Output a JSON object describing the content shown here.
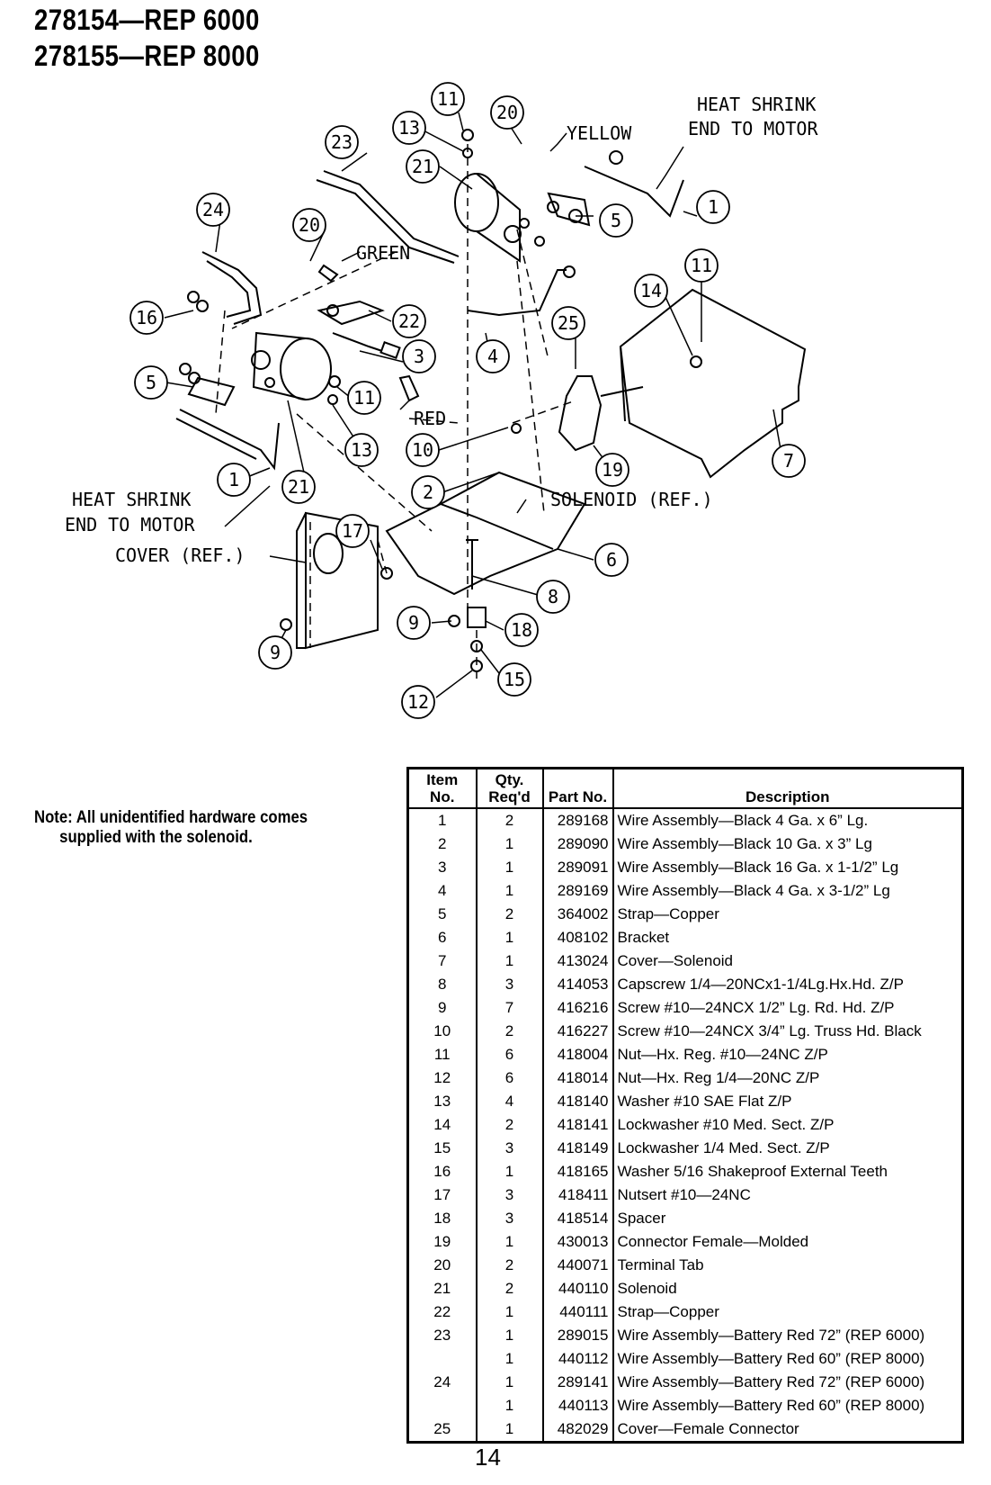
{
  "header": {
    "line1": "278154—REP 6000",
    "line2": "278155—REP 8000"
  },
  "diagram": {
    "callouts": [
      "11",
      "20",
      "13",
      "23",
      "21",
      "24",
      "20",
      "5",
      "1",
      "22",
      "16",
      "3",
      "4",
      "25",
      "14",
      "11",
      "5",
      "11",
      "13",
      "10",
      "19",
      "7",
      "1",
      "21",
      "2",
      "17",
      "6",
      "8",
      "9",
      "18",
      "9",
      "15",
      "12"
    ],
    "labels": {
      "yellow": "YELLOW",
      "heat_shrink_top": "HEAT SHRINK",
      "end_to_motor_top": "END TO MOTOR",
      "green": "GREEN",
      "red": "RED",
      "heat_shrink_left": "HEAT SHRINK",
      "end_to_motor_left": "END TO MOTOR",
      "solenoid_ref": "SOLENOID (REF.)",
      "cover_ref": "COVER (REF.)"
    }
  },
  "note": {
    "line1": "Note: All unidentified hardware comes",
    "line2": "supplied with the solenoid."
  },
  "table": {
    "headers": {
      "item_top": "Item",
      "item_bottom": "No.",
      "qty_top": "Qty.",
      "qty_bottom": "Req'd",
      "part": "Part No.",
      "desc": "Description"
    },
    "rows": [
      {
        "item": "1",
        "qty": "2",
        "part": "289168",
        "desc": "Wire Assembly—Black 4 Ga. x 6” Lg."
      },
      {
        "item": "2",
        "qty": "1",
        "part": "289090",
        "desc": "Wire Assembly—Black 10 Ga. x 3” Lg"
      },
      {
        "item": "3",
        "qty": "1",
        "part": "289091",
        "desc": "Wire Assembly—Black 16 Ga. x 1-1/2” Lg"
      },
      {
        "item": "4",
        "qty": "1",
        "part": "289169",
        "desc": "Wire Assembly—Black 4 Ga. x 3-1/2” Lg"
      },
      {
        "item": "5",
        "qty": "2",
        "part": "364002",
        "desc": "Strap—Copper"
      },
      {
        "item": "6",
        "qty": "1",
        "part": "408102",
        "desc": "Bracket"
      },
      {
        "item": "7",
        "qty": "1",
        "part": "413024",
        "desc": "Cover—Solenoid"
      },
      {
        "item": "8",
        "qty": "3",
        "part": "414053",
        "desc": "Capscrew 1/4—20NCx1-1/4Lg.Hx.Hd. Z/P"
      },
      {
        "item": "9",
        "qty": "7",
        "part": "416216",
        "desc": "Screw #10—24NCX 1/2” Lg. Rd. Hd. Z/P"
      },
      {
        "item": "10",
        "qty": "2",
        "part": "416227",
        "desc": "Screw #10—24NCX 3/4” Lg. Truss Hd. Black"
      },
      {
        "item": "11",
        "qty": "6",
        "part": "418004",
        "desc": "Nut—Hx. Reg. #10—24NC Z/P"
      },
      {
        "item": "12",
        "qty": "6",
        "part": "418014",
        "desc": "Nut—Hx. Reg 1/4—20NC Z/P"
      },
      {
        "item": "13",
        "qty": "4",
        "part": "418140",
        "desc": "Washer #10 SAE Flat Z/P"
      },
      {
        "item": "14",
        "qty": "2",
        "part": "418141",
        "desc": "Lockwasher #10 Med. Sect. Z/P"
      },
      {
        "item": "15",
        "qty": "3",
        "part": "418149",
        "desc": "Lockwasher 1/4 Med. Sect. Z/P"
      },
      {
        "item": "16",
        "qty": "1",
        "part": "418165",
        "desc": "Washer 5/16 Shakeproof External Teeth"
      },
      {
        "item": "17",
        "qty": "3",
        "part": "418411",
        "desc": "Nutsert #10—24NC"
      },
      {
        "item": "18",
        "qty": "3",
        "part": "418514",
        "desc": "Spacer"
      },
      {
        "item": "19",
        "qty": "1",
        "part": "430013",
        "desc": "Connector Female—Molded"
      },
      {
        "item": "20",
        "qty": "2",
        "part": "440071",
        "desc": "Terminal Tab"
      },
      {
        "item": "21",
        "qty": "2",
        "part": "440110",
        "desc": "Solenoid"
      },
      {
        "item": "22",
        "qty": "1",
        "part": "440111",
        "desc": "Strap—Copper"
      },
      {
        "item": "23",
        "qty": "1",
        "part": "289015",
        "desc": "Wire Assembly—Battery Red 72” (REP 6000)"
      },
      {
        "item": "",
        "qty": "1",
        "part": "440112",
        "desc": "Wire Assembly—Battery Red 60” (REP 8000)"
      },
      {
        "item": "24",
        "qty": "1",
        "part": "289141",
        "desc": "Wire Assembly—Battery Red 72” (REP 6000)"
      },
      {
        "item": "",
        "qty": "1",
        "part": "440113",
        "desc": "Wire Assembly—Battery Red 60” (REP 8000)"
      },
      {
        "item": "25",
        "qty": "1",
        "part": "482029",
        "desc": "Cover—Female Connector"
      }
    ]
  },
  "page_number": "14"
}
